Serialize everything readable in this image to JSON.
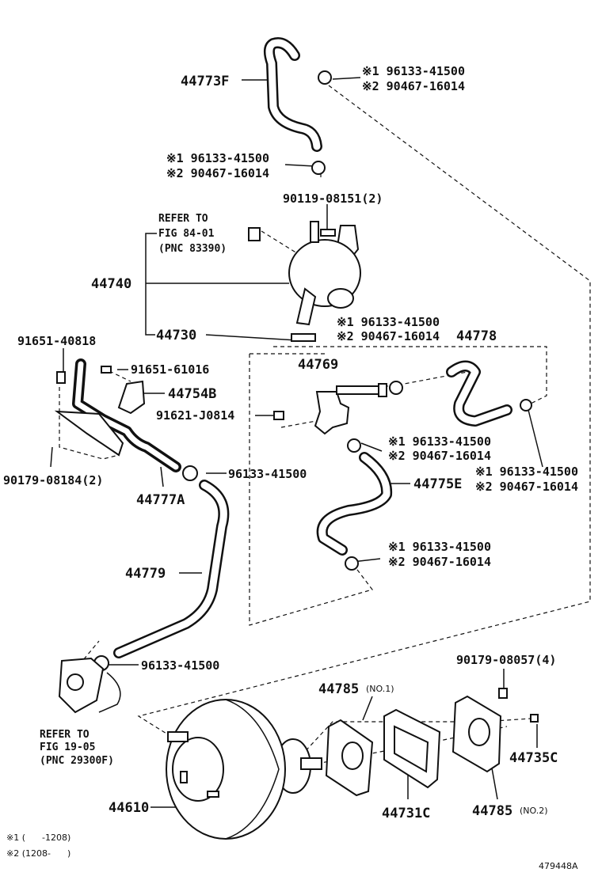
{
  "labels": {
    "p44773F": "44773F",
    "c1_top_a": "※1 96133-41500",
    "c1_top_b": "※2 90467-16014",
    "c2_a": "※1 96133-41500",
    "c2_b": "※2 90467-16014",
    "bolt_90119": "90119-08151(2)",
    "refer1_a": "REFER TO",
    "refer1_b": "FIG 84-01",
    "refer1_c": "(PNC 83390)",
    "p44740": "44740",
    "p44730": "44730",
    "c3_a": "※1 96133-41500",
    "c3_b": "※2 90467-16014",
    "p44778": "44778",
    "p44769": "44769",
    "b91651_40818": "91651-40818",
    "b91651_61016": "91651-61016",
    "p44754B": "44754B",
    "b91621": "91621-J0814",
    "c4_a": "※1 96133-41500",
    "c4_b": "※2 90467-16014",
    "n90179_08184": "90179-08184(2)",
    "c_96133_a": "96133-41500",
    "p44777A": "44777A",
    "c5_a": "※1 96133-41500",
    "c5_b": "※2 90467-16014",
    "p44775E": "44775E",
    "p44779": "44779",
    "c6_a": "※1 96133-41500",
    "c6_b": "※2 90467-16014",
    "c_96133_b": "96133-41500",
    "n90179_08057": "90179-08057(4)",
    "refer2_a": "REFER TO",
    "refer2_b": "FIG 19-05",
    "refer2_c": "(PNC 29300F)",
    "p44785_1": "44785",
    "p44785_1_note": "(NO.1)",
    "p44735C": "44735C",
    "p44610": "44610",
    "p44731C": "44731C",
    "p44785_2": "44785",
    "p44785_2_note": "(NO.2)",
    "note1": "※1 (      -1208)",
    "note2": "※2 (1208-      )",
    "diagram_id": "479448A"
  }
}
